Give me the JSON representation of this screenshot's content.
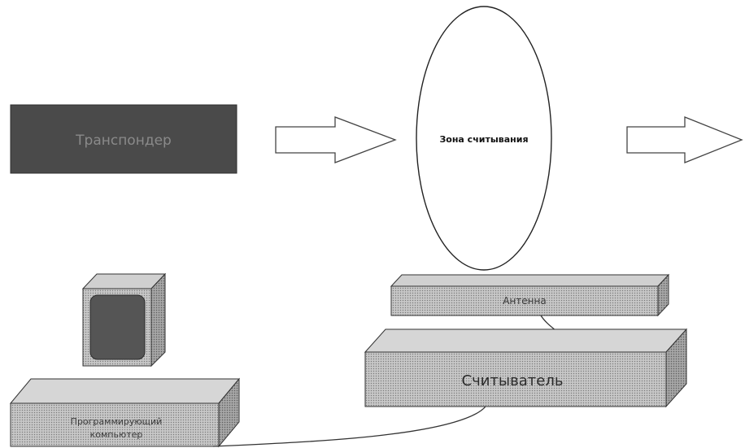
{
  "diagram": {
    "transponder": "Транспондер",
    "read_zone": "Зона считывания",
    "antenna": "Антенна",
    "reader": "Считыватель",
    "programming_computer_line1": "Программирующий",
    "programming_computer_line2": "компьютер"
  },
  "colors": {
    "transponder_fill": "#4a4a4a",
    "box_fill": "#b0b0b0",
    "box_side": "#8c8c8c",
    "outline": "#333333",
    "monitor_screen": "#555555"
  },
  "icons": [
    "arrow-right-icon",
    "monitor-icon"
  ]
}
